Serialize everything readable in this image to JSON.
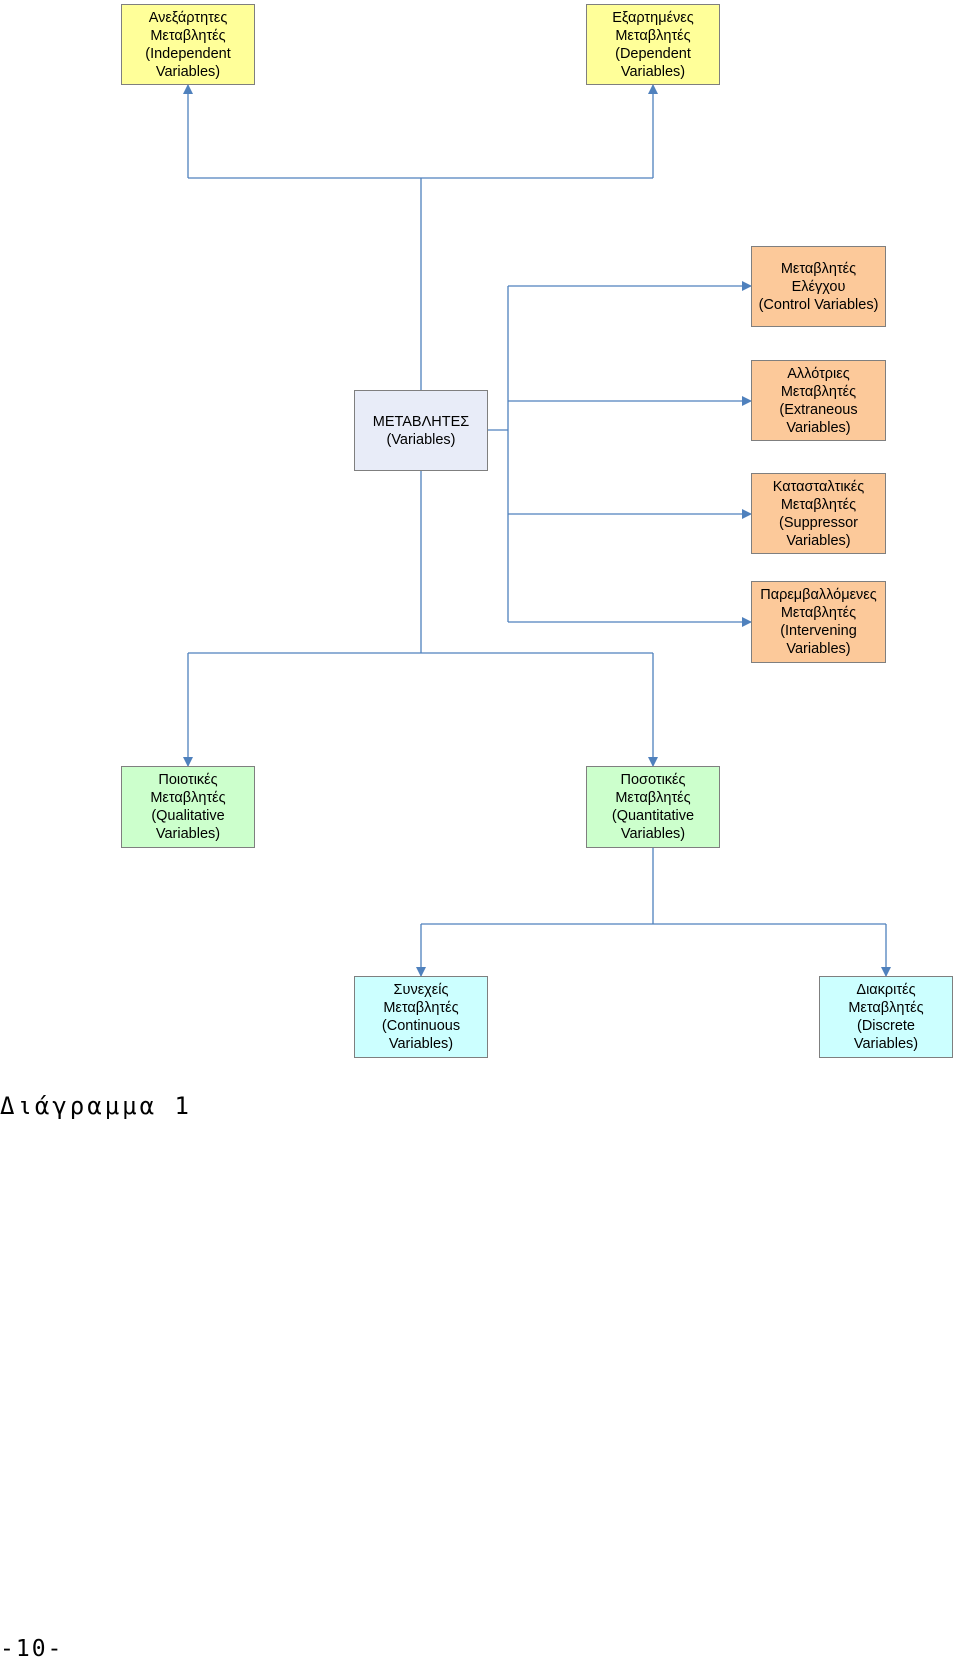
{
  "colors": {
    "connector": "#4f81bd",
    "independent_dependent_fill": "#ffff99",
    "center_fill": "#e8ecf8",
    "side_fill": "#fcc99a",
    "qual_quant_fill": "#ccffcc",
    "continuous_discrete_fill": "#ccffff"
  },
  "nodes": {
    "independent": [
      "Ανεξάρτητες",
      "Μεταβλητές",
      "(Independent",
      "Variables)"
    ],
    "dependent": [
      "Εξαρτημένες",
      "Μεταβλητές",
      "(Dependent",
      "Variables)"
    ],
    "center": [
      "ΜΕΤΑΒΛΗΤΕΣ",
      "(Variables)"
    ],
    "control": [
      "Μεταβλητές",
      "Ελέγχου",
      "(Control Variables)"
    ],
    "extraneous": [
      "Αλλότριες",
      "Μεταβλητές",
      "(Extraneous",
      "Variables)"
    ],
    "suppressor": [
      "Κατασταλτικές",
      "Μεταβλητές",
      "(Suppressor",
      "Variables)"
    ],
    "intervening": [
      "Παρεμβαλλόμενες",
      "Μεταβλητές",
      "(Intervening",
      "Variables)"
    ],
    "qualitative": [
      "Ποιοτικές",
      "Μεταβλητές",
      "(Qualitative",
      "Variables)"
    ],
    "quantitative": [
      "Ποσοτικές",
      "Μεταβλητές",
      "(Quantitative",
      "Variables)"
    ],
    "continuous": [
      "Συνεχείς",
      "Μεταβλητές",
      "(Continuous",
      "Variables)"
    ],
    "discrete": [
      "Διακριτές",
      "Μεταβλητές",
      "(Discrete",
      "Variables)"
    ]
  },
  "caption": "Διάγραμμα 1",
  "page_number": "-10-"
}
